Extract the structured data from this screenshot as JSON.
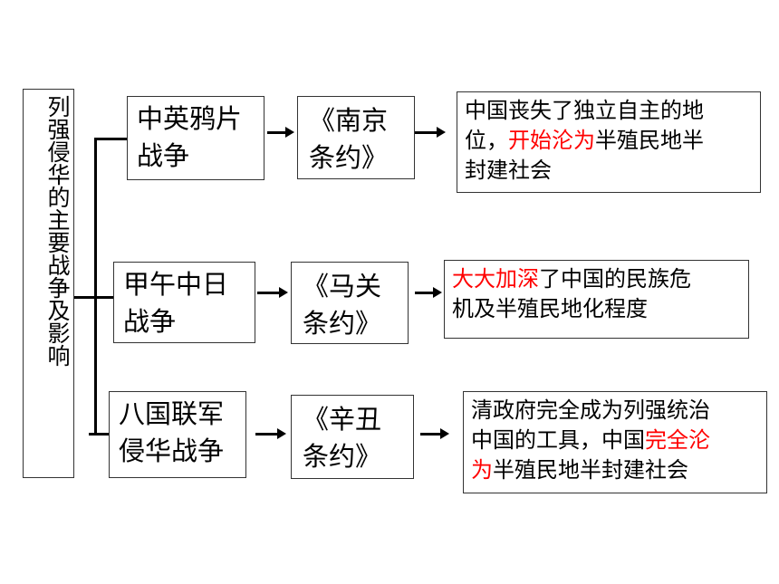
{
  "title": "列强侵华的主要战争及影响",
  "rows": [
    {
      "war": [
        "中英鸦片",
        "战争"
      ],
      "treaty": [
        "《南京",
        "条约》"
      ],
      "effect": [
        [
          {
            "t": "中国丧失了独立自主的地",
            "red": false
          }
        ],
        [
          {
            "t": "位，",
            "red": false
          },
          {
            "t": "开始沦为",
            "red": true
          },
          {
            "t": "半殖民地半",
            "red": false
          }
        ],
        [
          {
            "t": "封建社会",
            "red": false
          }
        ]
      ]
    },
    {
      "war": [
        "甲午中日",
        "战争"
      ],
      "treaty": [
        "《马关",
        "条约》"
      ],
      "effect": [
        [
          {
            "t": "大大加深",
            "red": true
          },
          {
            "t": "了中国的民族危",
            "red": false
          }
        ],
        [
          {
            "t": "机及半殖民地化程度",
            "red": false
          }
        ]
      ]
    },
    {
      "war": [
        "八国联军",
        "侵华战争"
      ],
      "treaty": [
        "《辛丑",
        "条约》"
      ],
      "effect": [
        [
          {
            "t": "清政府完全成为列强统治",
            "red": false
          }
        ],
        [
          {
            "t": "中国的工具，中国",
            "red": false
          },
          {
            "t": "完全沦",
            "red": true
          }
        ],
        [
          {
            "t": "为",
            "red": true
          },
          {
            "t": "半殖民地半封建社会",
            "red": false
          }
        ]
      ]
    }
  ],
  "colors": {
    "highlight": "#ff0000",
    "border": "#333333",
    "line": "#000000"
  }
}
